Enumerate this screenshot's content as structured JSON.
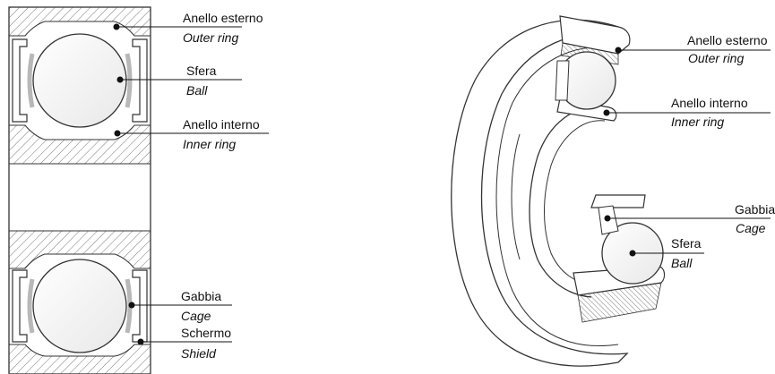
{
  "cross_section": {
    "outer_ring": {
      "it": "Anello esterno",
      "en": "Outer ring"
    },
    "ball": {
      "it": "Sfera",
      "en": "Ball"
    },
    "inner_ring": {
      "it": "Anello interno",
      "en": "Inner ring"
    },
    "cage": {
      "it": "Gabbia",
      "en": "Cage"
    },
    "shield": {
      "it": "Schermo",
      "en": "Shield"
    }
  },
  "cutaway": {
    "outer_ring": {
      "it": "Anello esterno",
      "en": "Outer ring"
    },
    "inner_ring": {
      "it": "Anello interno",
      "en": "Inner ring"
    },
    "cage": {
      "it": "Gabbia",
      "en": "Cage"
    },
    "ball": {
      "it": "Sfera",
      "en": "Ball"
    }
  }
}
